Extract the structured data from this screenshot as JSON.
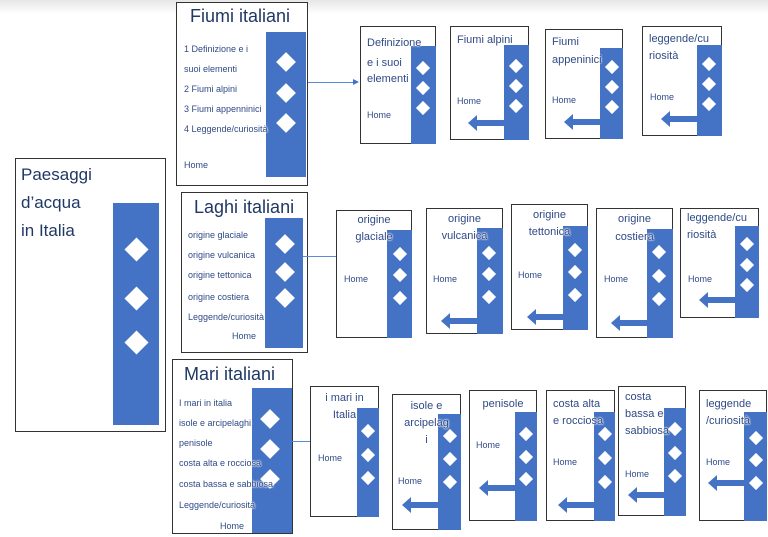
{
  "main": {
    "title_lines": [
      "Paesaggi",
      "d’acqua",
      "in Italia"
    ]
  },
  "sections": [
    {
      "title": "Fiumi italiani",
      "items": [
        "1 Definizione e i",
        "suoi elementi",
        "2 Fiumi alpini",
        "3 Fiumi appenninici",
        "4 Leggende/curiosità"
      ],
      "home": "Home",
      "subpages": [
        {
          "title_lines": [
            "Definizione",
            "e i suoi",
            "elementi"
          ],
          "home": "Home"
        },
        {
          "title_lines": [
            "Fiumi alpini"
          ],
          "home": "Home"
        },
        {
          "title_lines": [
            "Fiumi",
            "appeninici"
          ],
          "home": "Home"
        },
        {
          "title_lines": [
            "leggende/cu",
            "riosità"
          ],
          "home": "Home"
        }
      ]
    },
    {
      "title": "Laghi italiani",
      "items": [
        "origine glaciale",
        "origine vulcanica",
        "origine tettonica",
        "origine costiera",
        "Leggende/curiosità"
      ],
      "home": "Home",
      "subpages": [
        {
          "title_lines": [
            "origine",
            "glaciale"
          ],
          "home": "Home"
        },
        {
          "title_lines": [
            "origine",
            "vulcanica"
          ],
          "home": "Home"
        },
        {
          "title_lines": [
            "origine",
            "tettonica"
          ],
          "home": "Home"
        },
        {
          "title_lines": [
            "origine",
            "costiera"
          ],
          "home": "Home"
        },
        {
          "title_lines": [
            "leggende/cu",
            "riosità"
          ],
          "home": "Home"
        }
      ]
    },
    {
      "title": "Mari italiani",
      "items": [
        "I mari in italia",
        "isole e arcipelaghi",
        "penisole",
        "costa alta e rocciosa",
        "costa bassa e sabbiosa",
        "Leggende/curiosità"
      ],
      "home": "Home",
      "subpages": [
        {
          "title_lines": [
            "i mari in",
            "Italia"
          ],
          "home": "Home"
        },
        {
          "title_lines": [
            "isole e",
            "arcipelag",
            "i"
          ],
          "home": "Home"
        },
        {
          "title_lines": [
            "penisole"
          ],
          "home": "Home"
        },
        {
          "title_lines": [
            "costa alta",
            "e rocciosa"
          ],
          "home": "Home"
        },
        {
          "title_lines": [
            "costa",
            "bassa e",
            "sabbiosa"
          ],
          "home": "Home"
        },
        {
          "title_lines": [
            "leggende",
            "/curiosità"
          ],
          "home": "Home"
        }
      ]
    }
  ]
}
